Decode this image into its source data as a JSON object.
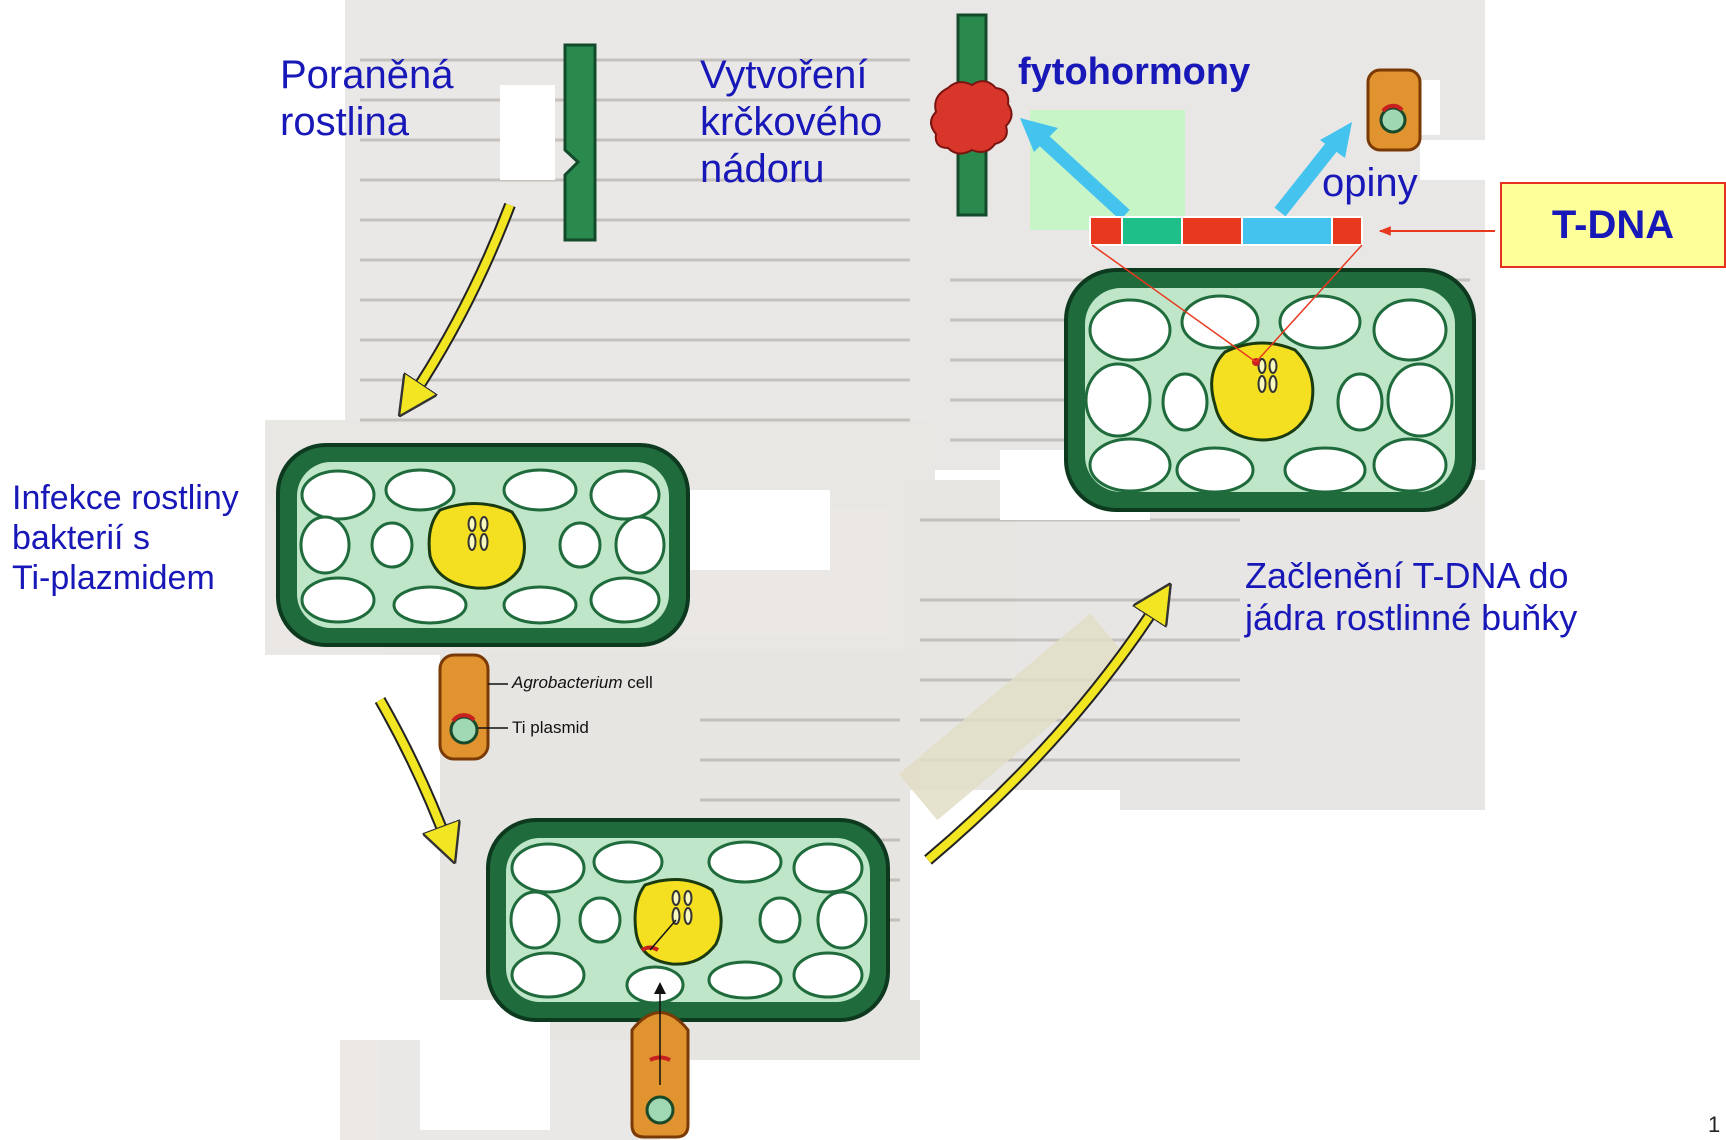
{
  "labels": {
    "poranena_line1": "Poraněná",
    "poranena_line2": "rostlina",
    "vytvoreni_line1": "Vytvoření",
    "vytvoreni_line2": "krčkového",
    "vytvoreni_line3": "nádoru",
    "fytohormony": "fytohormony",
    "opiny": "opiny",
    "tdna": "T-DNA",
    "infekce_line1": "Infekce rostliny",
    "infekce_line2": "bakterií s",
    "infekce_line3": "Ti-plazmidem",
    "zacleneni_line1": "Začlenění T-DNA do",
    "zacleneni_line2": "jádra rostlinné buňky",
    "agro_italic": "Agrobacterium",
    "agro_rest": " cell",
    "ti_plasmid": "Ti plasmid",
    "page_number": "1"
  },
  "colors": {
    "label_blue": "#1818b8",
    "cell_green": "#1f6b3c",
    "cytoplasm_green": "#bfe6c9",
    "nucleus_yellow": "#f4e020",
    "bacterium_orange": "#e0932e",
    "arrow_yellow": "#f2e622",
    "arrow_cyan": "#45c3ef",
    "tdna_red": "#e8391f",
    "tumor_red": "#d8362a"
  }
}
